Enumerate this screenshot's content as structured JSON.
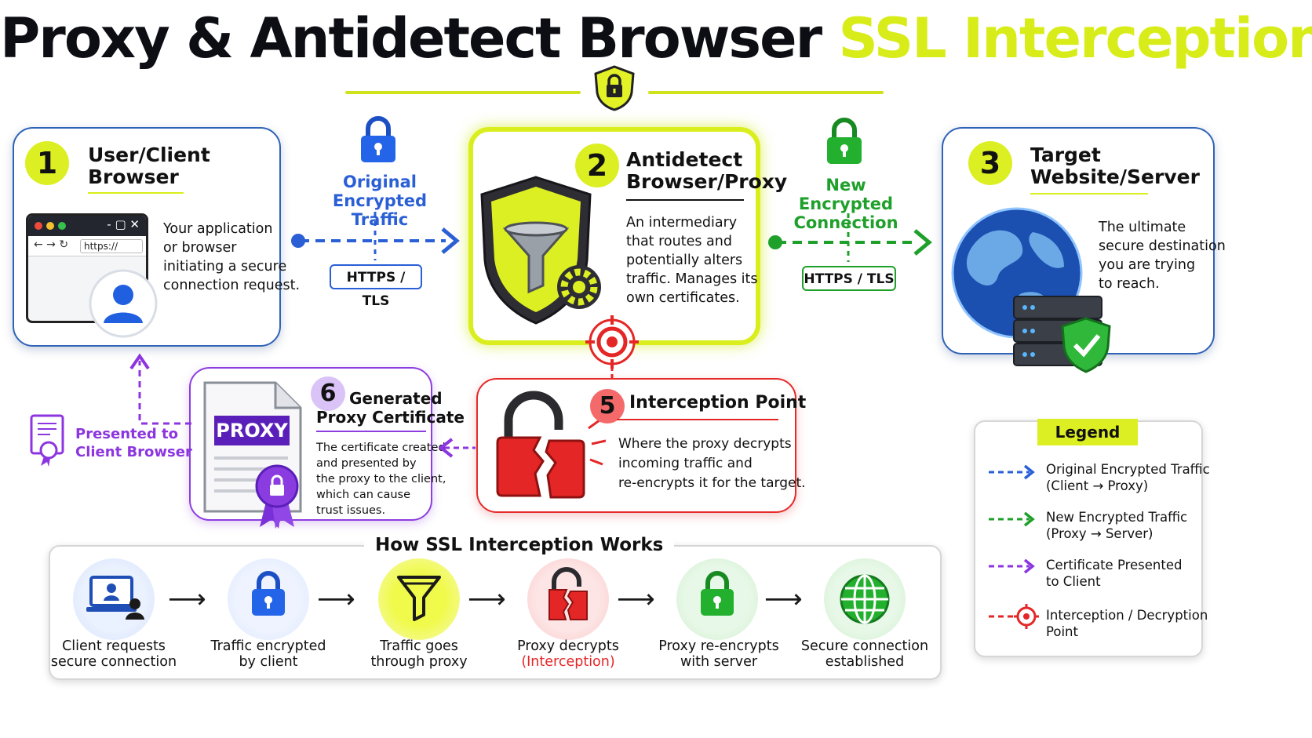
{
  "title": {
    "main": "Proxy & Antidetect Browser",
    "highlight": "SSL Interception"
  },
  "client": {
    "number": "1",
    "title_line1": "User/Client",
    "title_line2": "Browser",
    "url": "https://",
    "desc": [
      "Your application",
      "or browser",
      "initiating a secure",
      "connection request."
    ]
  },
  "proxy": {
    "number": "2",
    "title_line1": "Antidetect",
    "title_line2": "Browser/Proxy",
    "desc": [
      "An intermediary",
      "that routes and",
      "potentially alters",
      "traffic. Manages its",
      "own certificates."
    ]
  },
  "server": {
    "number": "3",
    "title_line1": "Target",
    "title_line2": "Website/Server",
    "desc": [
      "The ultimate",
      "secure destination",
      "you are trying",
      "to reach."
    ]
  },
  "link_original": {
    "line1": "Original",
    "line2": "Encrypted Traffic",
    "protocol": "HTTPS / TLS"
  },
  "link_new": {
    "line1": "New Encrypted",
    "line2": "Connection",
    "protocol": "HTTPS / TLS"
  },
  "interception": {
    "number": "5",
    "title": "Interception Point",
    "desc": [
      "Where the proxy decrypts",
      "incoming traffic and",
      "re-encrypts it for the target."
    ]
  },
  "certificate": {
    "number": "6",
    "title_line1": "Generated",
    "title_line2": "Proxy Certificate",
    "stamp": "PROXY",
    "desc": [
      "The certificate created",
      "and presented by",
      "the proxy to the client,",
      "which can cause",
      "trust issues."
    ]
  },
  "presented": {
    "line1": "Presented to",
    "line2": "Client Browser"
  },
  "how": {
    "title": "How SSL Interception Works",
    "steps": [
      {
        "line1": "Client requests",
        "line2": "secure connection"
      },
      {
        "line1": "Traffic encrypted",
        "line2": "by client"
      },
      {
        "line1": "Traffic goes",
        "line2": "through proxy"
      },
      {
        "line1": "Proxy decrypts",
        "line2": "(Interception)"
      },
      {
        "line1": "Proxy re-encrypts",
        "line2": "with server"
      },
      {
        "line1": "Secure connection",
        "line2": "established"
      }
    ]
  },
  "legend": {
    "title": "Legend",
    "items": [
      {
        "line1": "Original Encrypted Traffic",
        "line2": "(Client → Proxy)",
        "color": "#2a5fd6"
      },
      {
        "line1": "New Encrypted Traffic",
        "line2": "(Proxy → Server)",
        "color": "#1ea02a"
      },
      {
        "line1": "Certificate Presented",
        "line2": "to Client",
        "color": "#8c35e0"
      },
      {
        "line1": "Interception / Decryption",
        "line2": "Point",
        "color": "#e52626"
      }
    ]
  },
  "colors": {
    "accent_yellow": "#d9ee1c",
    "blue": "#2a5fd6",
    "green": "#1ea02a",
    "purple": "#8c35e0",
    "red": "#e52626"
  }
}
